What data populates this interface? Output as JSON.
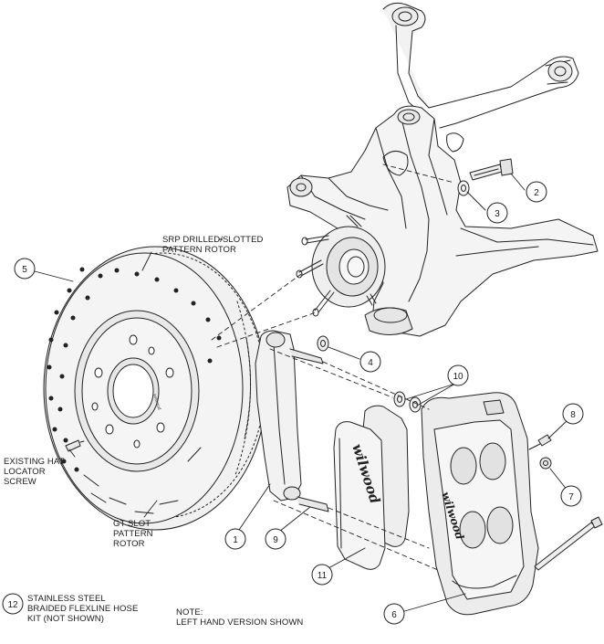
{
  "callouts": {
    "c1": "1",
    "c2": "2",
    "c3": "3",
    "c4": "4",
    "c5": "5",
    "c6": "6",
    "c7": "7",
    "c8": "8",
    "c9": "9",
    "c10": "10",
    "c11": "11",
    "c12": "12"
  },
  "labels": {
    "srp_rotor": [
      "SRP DRILLED/SLOTTED",
      "PATTERN ROTOR"
    ],
    "hat_screw": [
      "EXISTING HAT",
      "LOCATOR",
      "SCREW"
    ],
    "gt_rotor": [
      "GT SLOT",
      "PATTERN",
      "ROTOR"
    ],
    "flexline": [
      "STAINLESS STEEL",
      "BRAIDED FLEXLINE HOSE",
      "KIT (NOT SHOWN)"
    ],
    "note": [
      "NOTE:",
      "LEFT HAND VERSION SHOWN"
    ]
  },
  "logos": {
    "pad": "wilwood",
    "caliper": "wilwood"
  }
}
